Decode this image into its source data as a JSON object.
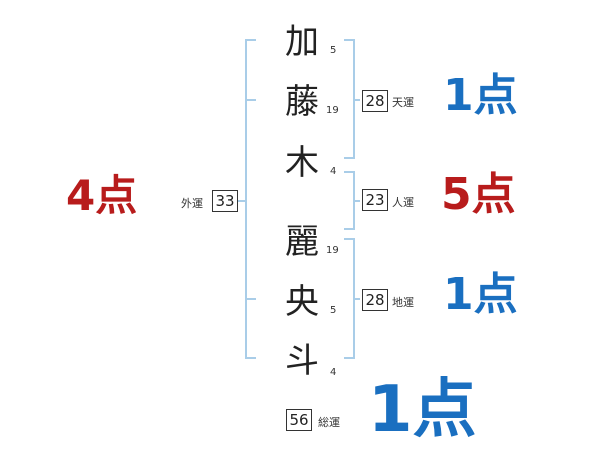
{
  "name": {
    "chars": [
      {
        "char": "加",
        "strokes": "5"
      },
      {
        "char": "藤",
        "strokes": "19"
      },
      {
        "char": "木",
        "strokes": "4"
      },
      {
        "char": "麗",
        "strokes": "19"
      },
      {
        "char": "央",
        "strokes": "5"
      },
      {
        "char": "斗",
        "strokes": "4"
      }
    ]
  },
  "fortunes": {
    "tenkaku": {
      "label": "天運",
      "value": "28",
      "score": "1点",
      "score_color": "#1a6fc0"
    },
    "jinkaku": {
      "label": "人運",
      "value": "23",
      "score": "5点",
      "score_color": "#b81c1c"
    },
    "chikaku": {
      "label": "地運",
      "value": "28",
      "score": "1点",
      "score_color": "#1a6fc0"
    },
    "gaikaku": {
      "label": "外運",
      "value": "33",
      "score": "4点",
      "score_color": "#b81c1c"
    },
    "soukaku": {
      "label": "総運",
      "value": "56",
      "score": "1点",
      "score_color": "#1a6fc0"
    }
  },
  "colors": {
    "bracket": "#a9cde8",
    "text": "#222222"
  }
}
